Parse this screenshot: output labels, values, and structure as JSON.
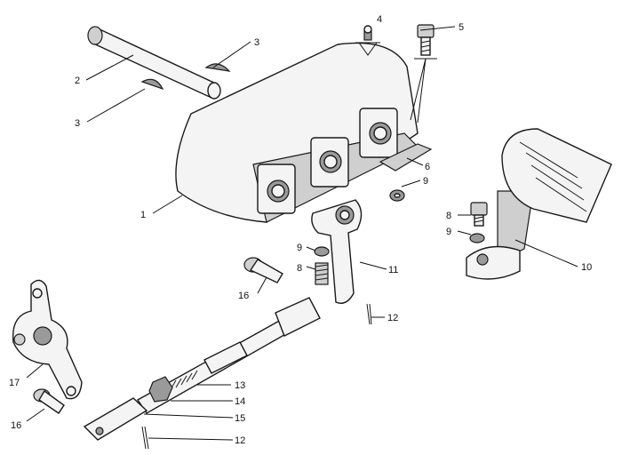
{
  "callouts": [
    {
      "id": "c1",
      "text": "1"
    },
    {
      "id": "c2",
      "text": "2"
    },
    {
      "id": "c3a",
      "text": "3"
    },
    {
      "id": "c3b",
      "text": "3"
    },
    {
      "id": "c4",
      "text": "4"
    },
    {
      "id": "c5",
      "text": "5"
    },
    {
      "id": "c6",
      "text": "6"
    },
    {
      "id": "c8a",
      "text": "8"
    },
    {
      "id": "c8b",
      "text": "8"
    },
    {
      "id": "c9a",
      "text": "9"
    },
    {
      "id": "c9b",
      "text": "9"
    },
    {
      "id": "c9c",
      "text": "9"
    },
    {
      "id": "c10",
      "text": "10"
    },
    {
      "id": "c11",
      "text": "11"
    },
    {
      "id": "c12a",
      "text": "12"
    },
    {
      "id": "c12b",
      "text": "12"
    },
    {
      "id": "c13",
      "text": "13"
    },
    {
      "id": "c14",
      "text": "14"
    },
    {
      "id": "c15",
      "text": "15"
    },
    {
      "id": "c16a",
      "text": "16"
    },
    {
      "id": "c16b",
      "text": "16"
    },
    {
      "id": "c17",
      "text": "17"
    }
  ]
}
